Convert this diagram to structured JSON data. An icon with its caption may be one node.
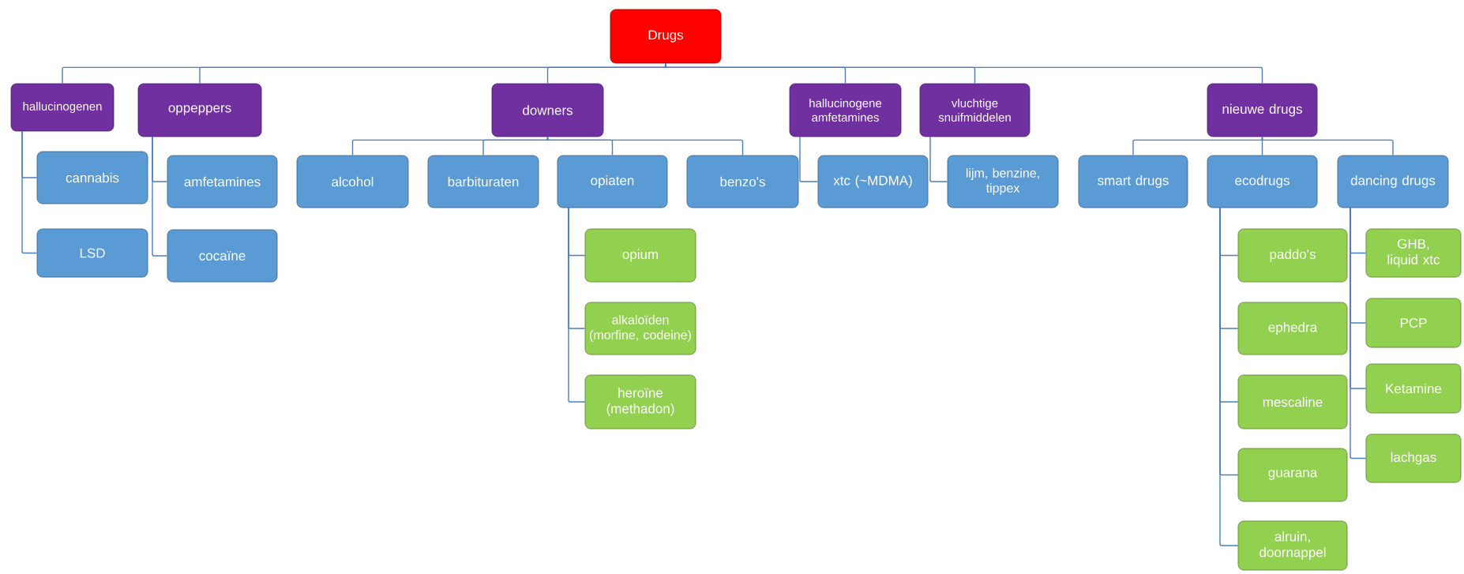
{
  "diagram": {
    "nodes": [
      {
        "text": [
          "Drugs"
        ]
      },
      {
        "text": [
          "hallucinogenen"
        ]
      },
      {
        "text": [
          "oppeppers"
        ]
      },
      {
        "text": [
          "downers"
        ]
      },
      {
        "text": [
          "hallucinogene amfetamines"
        ]
      },
      {
        "text": [
          "vluchtige snuifmiddelen"
        ]
      },
      {
        "text": [
          "nieuwe drugs"
        ]
      },
      {
        "text": [
          "cannabis"
        ]
      },
      {
        "text": [
          "LSD"
        ]
      },
      {
        "text": [
          "amfetamines"
        ]
      },
      {
        "text": [
          "cocaïne"
        ]
      },
      {
        "text": [
          "alcohol"
        ]
      },
      {
        "text": [
          "barbituraten"
        ]
      },
      {
        "text": [
          "opiaten"
        ]
      },
      {
        "text": [
          "benzo's"
        ]
      },
      {
        "text": [
          "xtc (~MDMA)"
        ]
      },
      {
        "text": [
          "lijm, benzine, tippex"
        ]
      },
      {
        "text": [
          "smart drugs"
        ]
      },
      {
        "text": [
          "ecodrugs"
        ]
      },
      {
        "text": [
          "dancing drugs"
        ]
      },
      {
        "text": [
          "opium"
        ]
      },
      {
        "text": [
          "alkaloïden (morfine, codeine)"
        ]
      },
      {
        "text": [
          "heroïne (methadon)"
        ]
      },
      {
        "text": [
          "paddo's"
        ]
      },
      {
        "text": [
          "ephedra"
        ]
      },
      {
        "text": [
          "mescaline"
        ]
      },
      {
        "text": [
          "guarana"
        ]
      },
      {
        "text": [
          "alruin, doornappel"
        ]
      },
      {
        "text": [
          "GHB, liquid xtc"
        ]
      },
      {
        "text": [
          "PCP"
        ]
      },
      {
        "text": [
          "Ketamine"
        ]
      },
      {
        "text": [
          "lachgas"
        ]
      }
    ],
    "edges": [
      {
        "from": 0,
        "to": 1,
        "arrow": "none"
      },
      {
        "from": 0,
        "to": 2,
        "arrow": "none"
      },
      {
        "from": 0,
        "to": 3,
        "arrow": "none"
      },
      {
        "from": 0,
        "to": 4,
        "arrow": "none"
      },
      {
        "from": 0,
        "to": 5,
        "arrow": "none"
      },
      {
        "from": 0,
        "to": 6,
        "arrow": "none"
      },
      {
        "from": 1,
        "to": 7,
        "arrow": "none"
      },
      {
        "from": 1,
        "to": 8,
        "arrow": "none"
      },
      {
        "from": 2,
        "to": 9,
        "arrow": "none"
      },
      {
        "from": 2,
        "to": 10,
        "arrow": "none"
      },
      {
        "from": 3,
        "to": 11,
        "arrow": "none"
      },
      {
        "from": 3,
        "to": 12,
        "arrow": "none"
      },
      {
        "from": 3,
        "to": 13,
        "arrow": "none"
      },
      {
        "from": 3,
        "to": 14,
        "arrow": "none"
      },
      {
        "from": 4,
        "to": 15,
        "arrow": "none"
      },
      {
        "from": 5,
        "to": 16,
        "arrow": "none"
      },
      {
        "from": 6,
        "to": 17,
        "arrow": "none"
      },
      {
        "from": 6,
        "to": 18,
        "arrow": "none"
      },
      {
        "from": 6,
        "to": 19,
        "arrow": "none"
      },
      {
        "from": 13,
        "to": 20,
        "arrow": "none"
      },
      {
        "from": 13,
        "to": 21,
        "arrow": "none"
      },
      {
        "from": 13,
        "to": 22,
        "arrow": "none"
      },
      {
        "from": 18,
        "to": 23,
        "arrow": "none"
      },
      {
        "from": 18,
        "to": 24,
        "arrow": "none"
      },
      {
        "from": 18,
        "to": 25,
        "arrow": "none"
      },
      {
        "from": 18,
        "to": 26,
        "arrow": "none"
      },
      {
        "from": 18,
        "to": 27,
        "arrow": "none"
      },
      {
        "from": 19,
        "to": 28,
        "arrow": "none"
      },
      {
        "from": 19,
        "to": 29,
        "arrow": "none"
      },
      {
        "from": 19,
        "to": 30,
        "arrow": "none"
      },
      {
        "from": 19,
        "to": 31,
        "arrow": "none"
      }
    ]
  }
}
